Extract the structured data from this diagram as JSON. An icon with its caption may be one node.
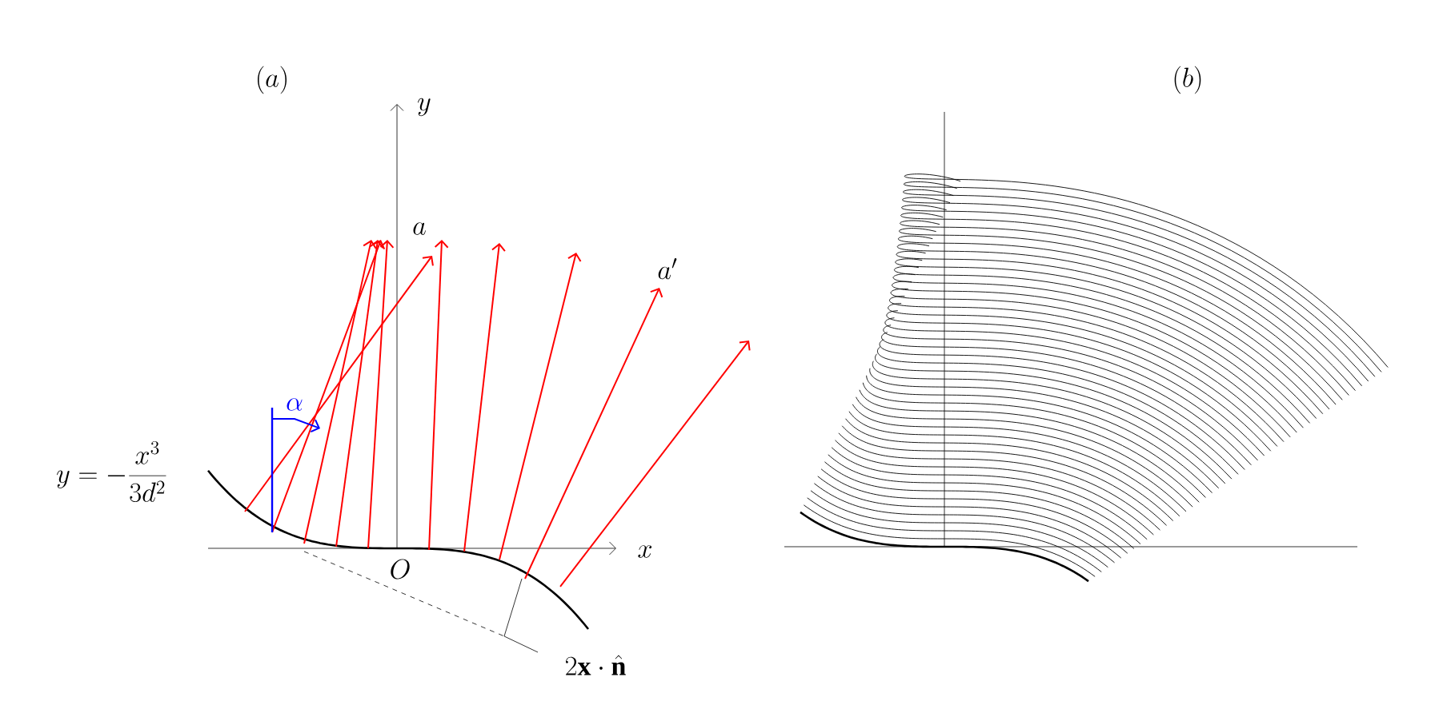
{
  "diagram": {
    "labels": [
      "(a)",
      "(b)",
      "y",
      "a",
      "a'",
      "\\alpha",
      "y=-\\frac{x^3}{3d^2}",
      "x",
      "O",
      "2\\mathbf{x}\\cdot\\hat{\\mathbf{n}}"
    ]
  }
}
